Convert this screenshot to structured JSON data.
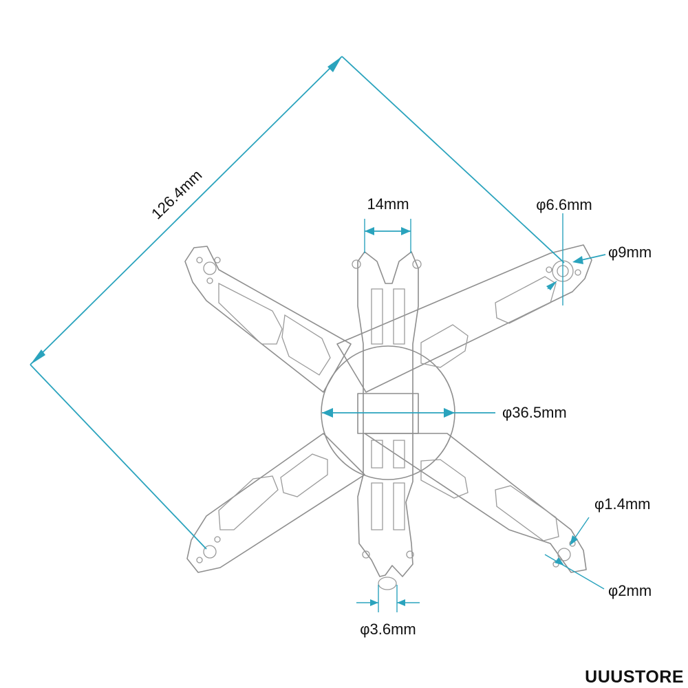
{
  "dimensions": {
    "diagonal": "126.4mm",
    "stack_width": "14mm",
    "motor_center_hole": "φ6.6mm",
    "motor_boss": "φ9mm",
    "center_circle": "φ36.5mm",
    "small_hole": "φ1.4mm",
    "mount_hole": "φ2mm",
    "tail_hole": "φ3.6mm"
  },
  "brand": "UUUSTORE",
  "colors": {
    "dimension_line": "#2aa3bd",
    "frame_outline": "#8e8e8e",
    "text": "#111111"
  }
}
